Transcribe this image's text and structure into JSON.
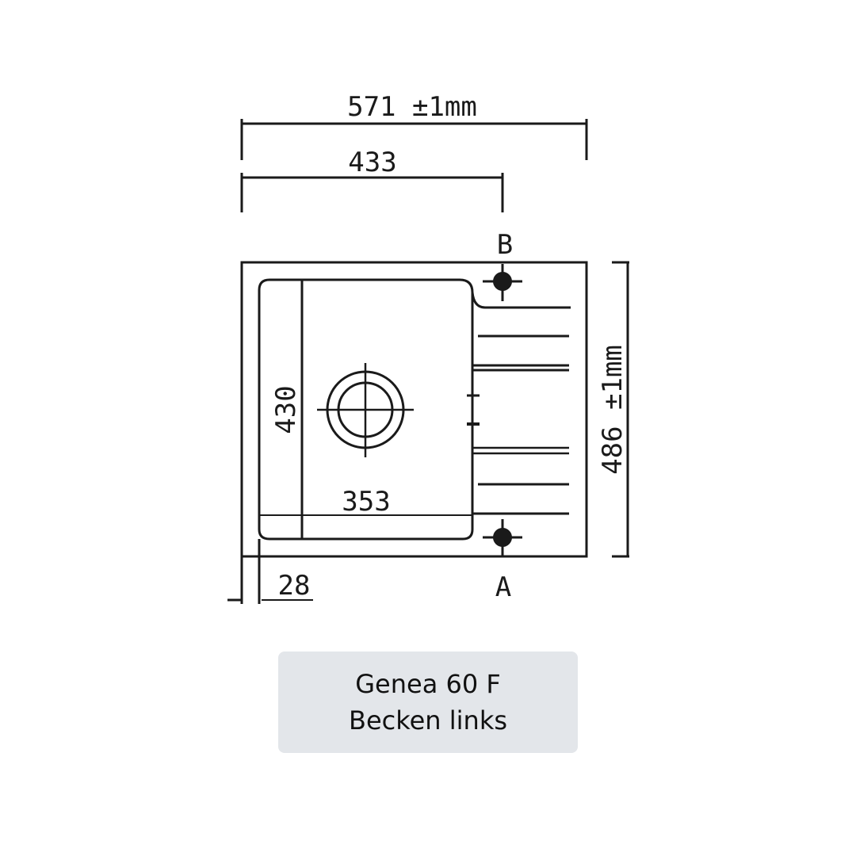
{
  "product": {
    "name": "Genea 60 F",
    "variant": "Becken links"
  },
  "dimensions": {
    "overall_width": "571 ±1mm",
    "tap_hole_offset": "433",
    "overall_depth": "486 ±1mm",
    "bowl_depth": "430",
    "bowl_width": "353",
    "edge_offset": "28"
  },
  "markers": {
    "top_hole": "B",
    "bottom_hole": "A"
  },
  "colors": {
    "line": "#1a1a1a",
    "caption_bg": "#e3e6ea",
    "background": "#ffffff"
  }
}
